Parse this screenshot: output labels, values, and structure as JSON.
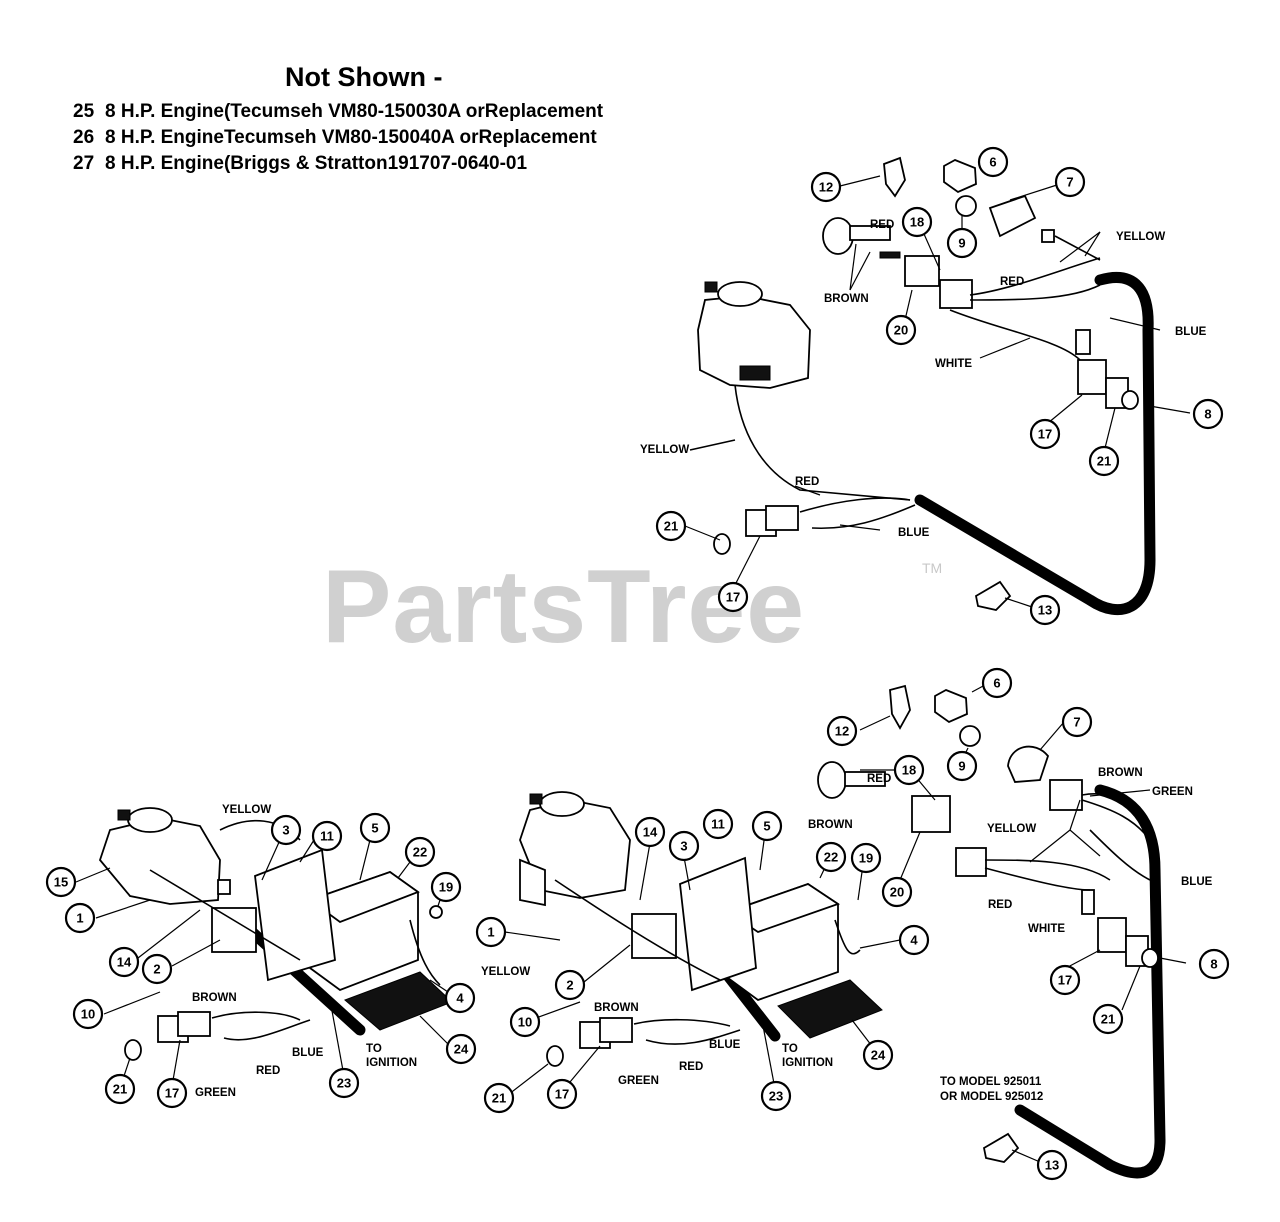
{
  "not_shown": {
    "title": "Not Shown -",
    "items": [
      {
        "num": "25",
        "text": "8 H.P. Engine(Tecumseh VM80-150030A orReplacement"
      },
      {
        "num": "26",
        "text": "8 H.P. EngineTecumseh VM80-150040A orReplacement"
      },
      {
        "num": "27",
        "text": "8 H.P. Engine(Briggs & Stratton191707-0640-01"
      }
    ]
  },
  "watermark": {
    "text": "PartsTree",
    "tm": "TM"
  },
  "callouts": {
    "c1": "12",
    "c2": "6",
    "c3": "7",
    "c4": "18",
    "c5": "9",
    "c6": "20",
    "c7": "8",
    "c8": "17",
    "c9": "21",
    "c10": "21",
    "c11": "17",
    "c12": "13",
    "c13": "6",
    "c14": "12",
    "c15": "7",
    "c16": "18",
    "c17": "9",
    "c18": "20",
    "c19": "17",
    "c20": "21",
    "c21": "8",
    "c22": "13",
    "c23": "15",
    "c24": "1",
    "c25": "14",
    "c26": "2",
    "c27": "3",
    "c28": "11",
    "c29": "5",
    "c30": "22",
    "c31": "19",
    "c32": "4",
    "c33": "24",
    "c34": "10",
    "c35": "21",
    "c36": "17",
    "c37": "23",
    "c38": "1",
    "c39": "2",
    "c40": "14",
    "c41": "3",
    "c42": "11",
    "c43": "5",
    "c44": "22",
    "c45": "19",
    "c46": "4",
    "c47": "24",
    "c48": "10",
    "c49": "21",
    "c50": "17",
    "c51": "23"
  },
  "labels": {
    "l1": "RED",
    "l2": "BROWN",
    "l3": "YELLOW",
    "l4": "RED",
    "l5": "BLUE",
    "l6": "WHITE",
    "l7": "YELLOW",
    "l8": "RED",
    "l9": "BLUE",
    "l10": "RED",
    "l11": "BROWN",
    "l12": "BROWN",
    "l13": "GREEN",
    "l14": "YELLOW",
    "l15": "BLUE",
    "l16": "RED",
    "l17": "WHITE",
    "l18": "TO MODEL 925011",
    "l19": "OR MODEL 925012",
    "l20": "YELLOW",
    "l21": "BROWN",
    "l22": "BLUE",
    "l23": "RED",
    "l24": "GREEN",
    "l25": "TO",
    "l26": "IGNITION",
    "l27": "YELLOW",
    "l28": "BROWN",
    "l29": "BLUE",
    "l30": "RED",
    "l31": "GREEN",
    "l32": "TO",
    "l33": "IGNITION"
  }
}
